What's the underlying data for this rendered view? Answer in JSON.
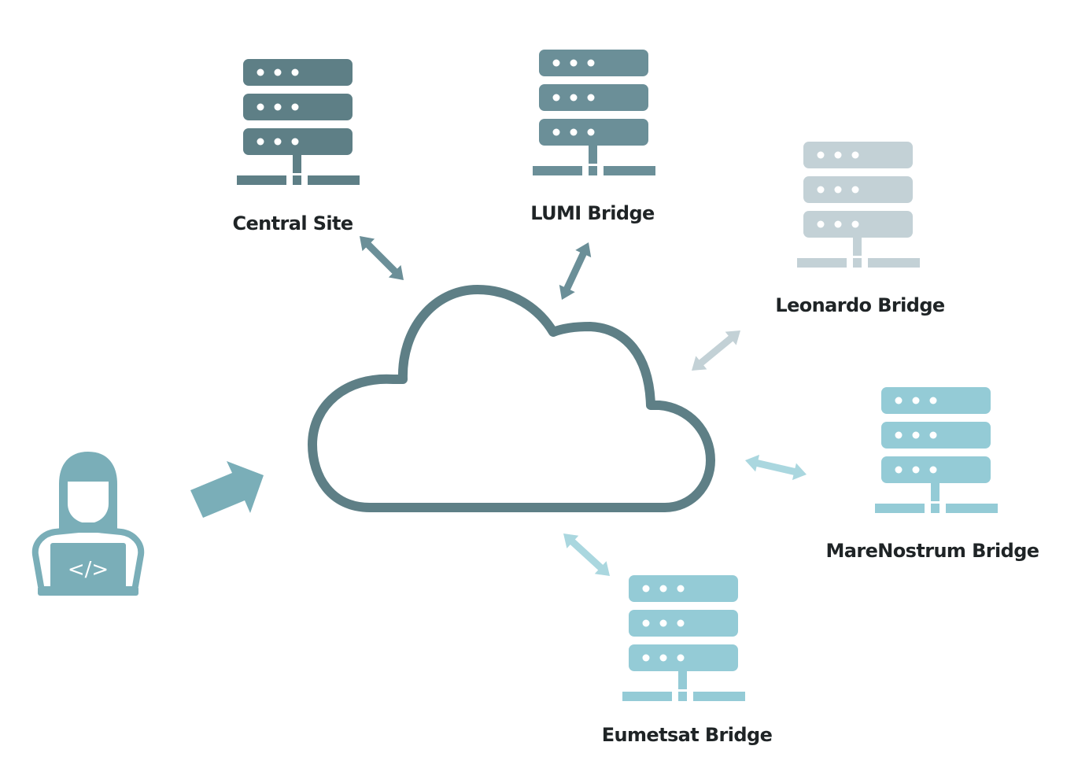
{
  "colors": {
    "central": "#5e7f86",
    "lumi": "#6b8f98",
    "leonardo": "#c3d1d6",
    "marenostrum": "#94cbd6",
    "eumetsat": "#94cbd6",
    "cloud": "#5e7f86",
    "user": "#7aaeb8",
    "text": "#1f2426"
  },
  "cloud": {
    "name": "Cloud"
  },
  "user": {
    "name": "Developer",
    "laptop_symbol": "</>"
  },
  "nodes": [
    {
      "id": "central-site",
      "label": "Central Site",
      "color_key": "central"
    },
    {
      "id": "lumi-bridge",
      "label": "LUMI Bridge",
      "color_key": "lumi"
    },
    {
      "id": "leonardo-bridge",
      "label": "Leonardo Bridge",
      "color_key": "leonardo"
    },
    {
      "id": "marenostrum-bridge",
      "label": "MareNostrum Bridge",
      "color_key": "marenostrum"
    },
    {
      "id": "eumetsat-bridge",
      "label": "Eumetsat Bridge",
      "color_key": "eumetsat"
    }
  ],
  "connections": [
    {
      "from": "central-site",
      "to": "cloud",
      "type": "bidirectional"
    },
    {
      "from": "lumi-bridge",
      "to": "cloud",
      "type": "bidirectional"
    },
    {
      "from": "leonardo-bridge",
      "to": "cloud",
      "type": "bidirectional"
    },
    {
      "from": "marenostrum-bridge",
      "to": "cloud",
      "type": "bidirectional"
    },
    {
      "from": "eumetsat-bridge",
      "to": "cloud",
      "type": "bidirectional"
    },
    {
      "from": "user",
      "to": "cloud",
      "type": "directed"
    }
  ]
}
